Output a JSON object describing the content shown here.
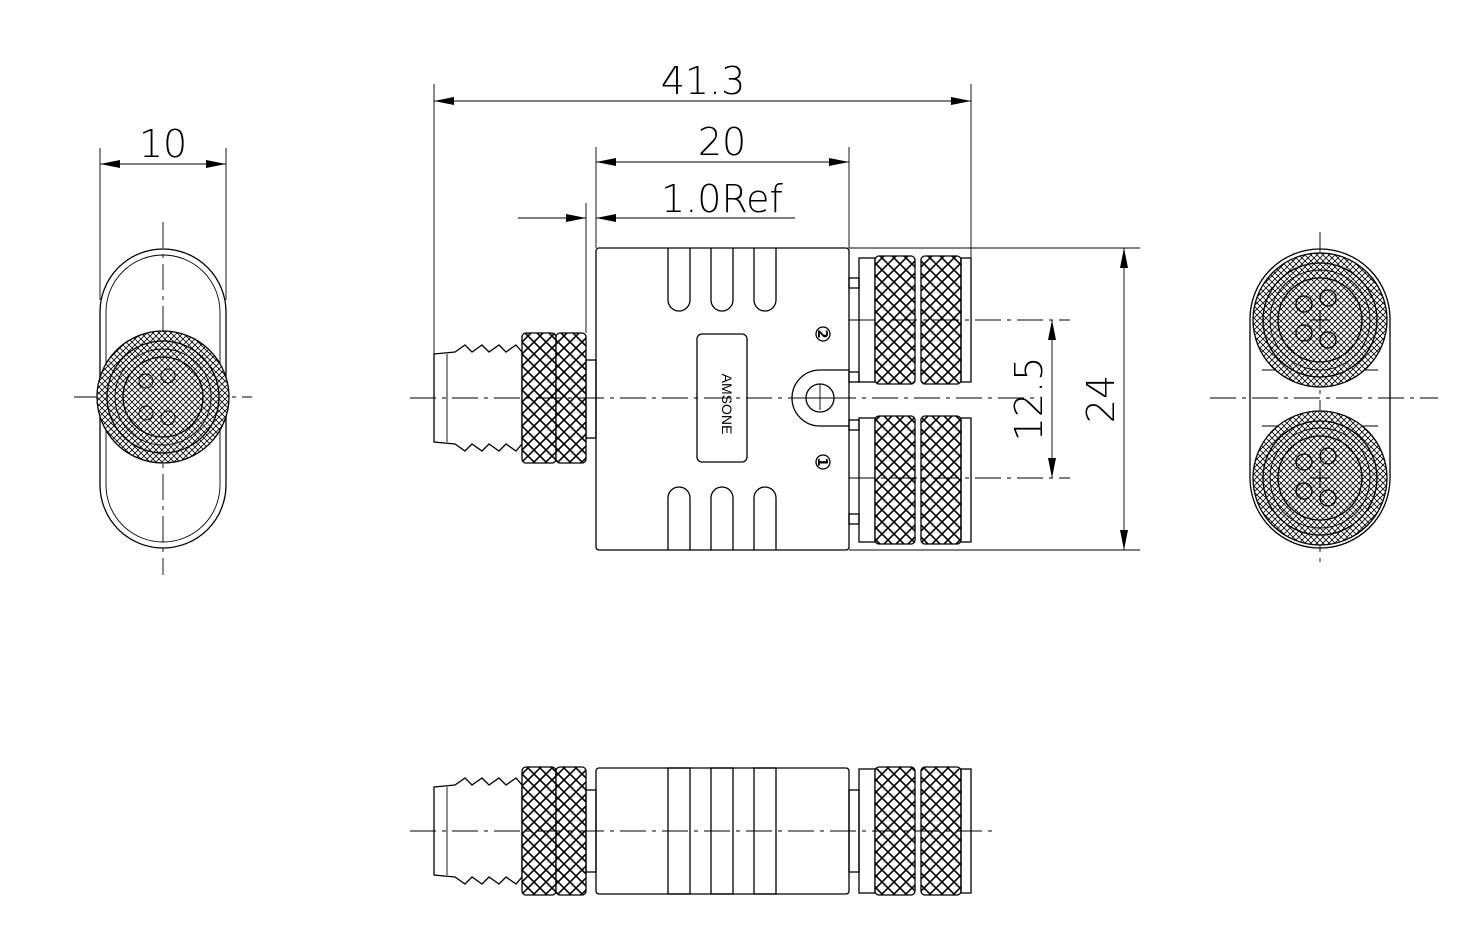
{
  "dimensions": {
    "overall_length": "41.3",
    "body_length": "20",
    "ref_gap": "1.0Ref",
    "end_width": "10",
    "port_spacing": "12.5",
    "body_height": "24"
  },
  "body": {
    "logo": "AMSONE",
    "port_1": "1",
    "port_2": "2"
  }
}
